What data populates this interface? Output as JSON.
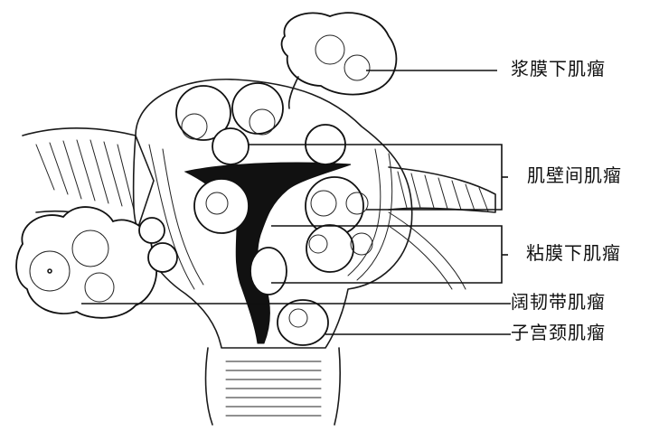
{
  "labels": {
    "subserosal": "浆膜下肌瘤",
    "intramural": "肌壁间肌瘤",
    "submucosal": "粘膜下肌瘤",
    "intraligamentary": "阔韧带肌瘤",
    "cervical": "子宫颈肌瘤"
  },
  "colors": {
    "ink": "#111111",
    "paper": "#ffffff"
  }
}
